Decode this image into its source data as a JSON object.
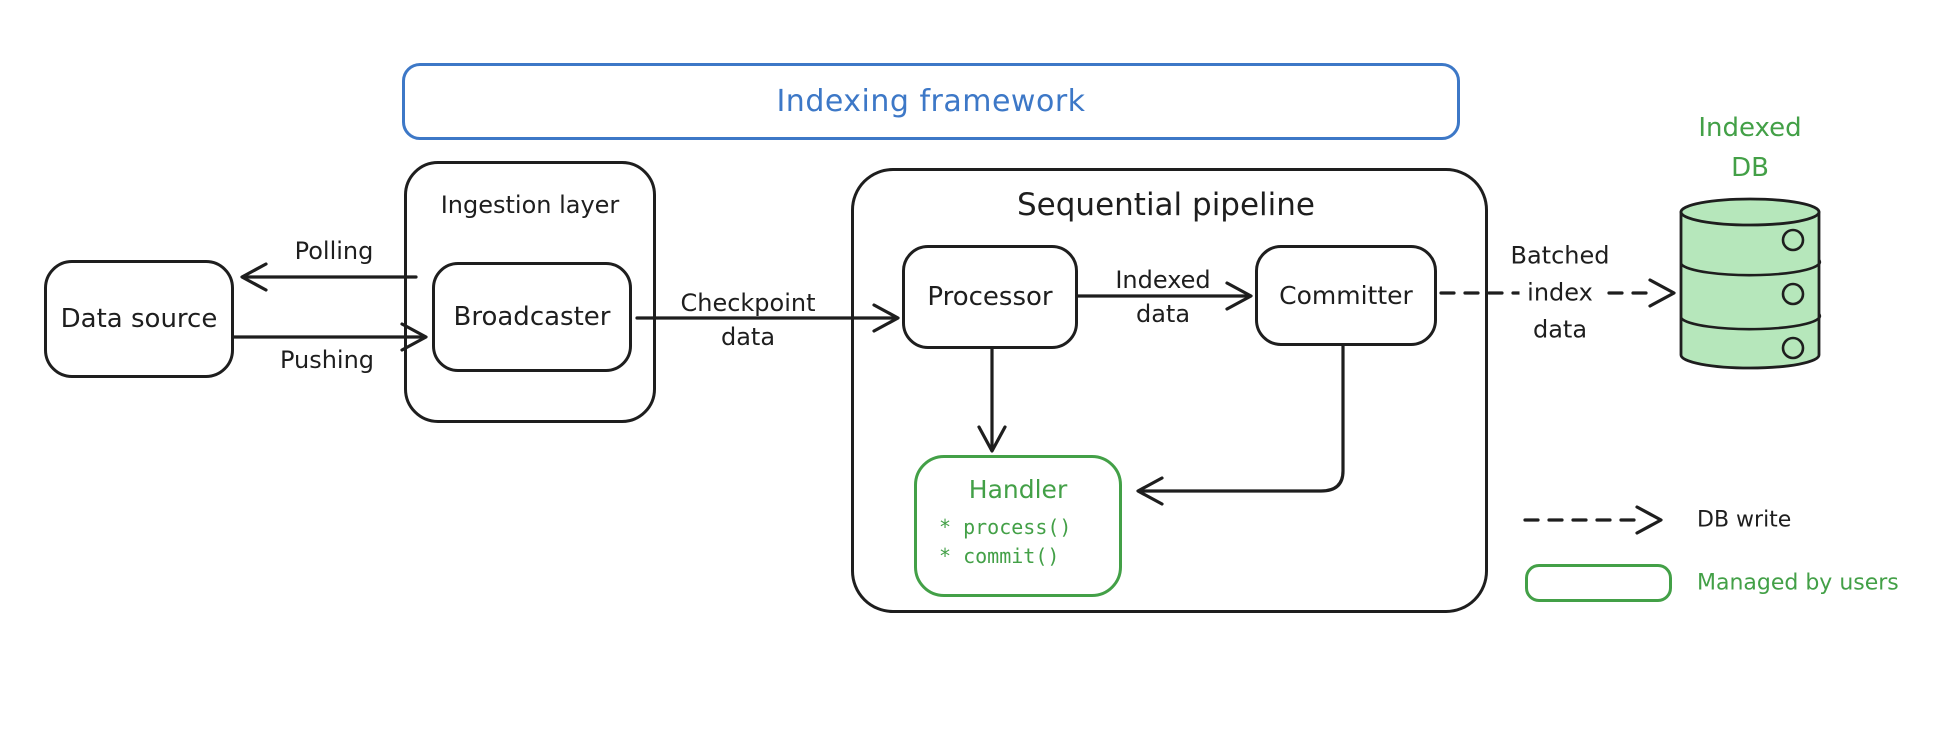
{
  "colors": {
    "ink": "#1e1e1e",
    "blue": "#3d78c7",
    "green": "#43a047",
    "green_fill": "#b6e7bb"
  },
  "frame": {
    "title": "Indexing framework"
  },
  "nodes": {
    "data_source": {
      "label": "Data source"
    },
    "ingestion": {
      "label": "Ingestion layer"
    },
    "broadcaster": {
      "label": "Broadcaster"
    },
    "pipeline": {
      "label": "Sequential pipeline"
    },
    "processor": {
      "label": "Processor"
    },
    "committer": {
      "label": "Committer"
    },
    "handler": {
      "label": "Handler",
      "methods": [
        "* process()",
        "* commit()"
      ]
    },
    "indexed_db": {
      "line1": "Indexed",
      "line2": "DB"
    }
  },
  "edges": {
    "polling": {
      "label": "Polling"
    },
    "pushing": {
      "label": "Pushing"
    },
    "checkpoint": {
      "line1": "Checkpoint",
      "line2": "data"
    },
    "indexed": {
      "line1": "Indexed",
      "line2": "data"
    },
    "batched": {
      "line1": "Batched",
      "line2": "index",
      "line3": "data"
    }
  },
  "legend": {
    "db_write": "DB write",
    "managed_by_users": "Managed by users"
  }
}
